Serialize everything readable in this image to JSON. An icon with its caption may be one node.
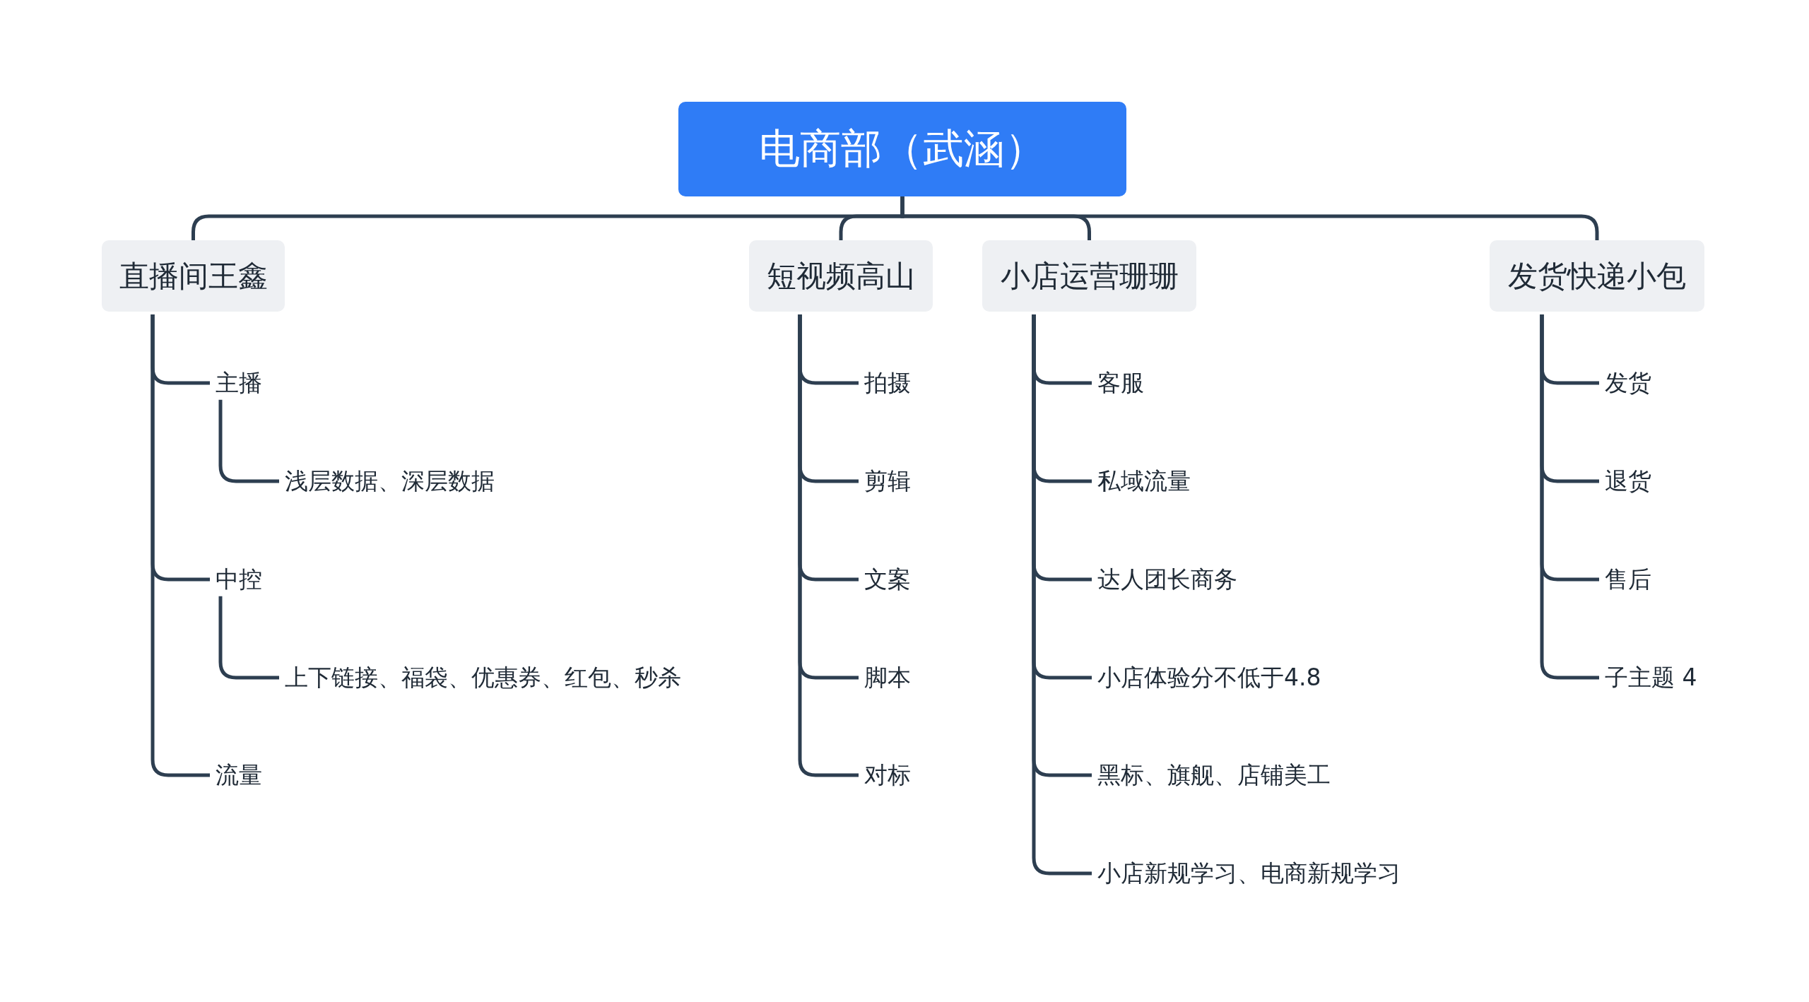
{
  "diagram": {
    "nodes": [
      {
        "text": [
          "电商部（武涵）"
        ]
      },
      {
        "text": [
          "直播间王鑫"
        ]
      },
      {
        "text": [
          "主播"
        ]
      },
      {
        "text": [
          "浅层数据、深层数据"
        ]
      },
      {
        "text": [
          "中控"
        ]
      },
      {
        "text": [
          "上下链接、福袋、优惠券、红包、秒杀"
        ]
      },
      {
        "text": [
          "流量"
        ]
      },
      {
        "text": [
          "短视频高山"
        ]
      },
      {
        "text": [
          "拍摄"
        ]
      },
      {
        "text": [
          "剪辑"
        ]
      },
      {
        "text": [
          "文案"
        ]
      },
      {
        "text": [
          "脚本"
        ]
      },
      {
        "text": [
          "对标"
        ]
      },
      {
        "text": [
          "小店运营珊珊"
        ]
      },
      {
        "text": [
          "客服"
        ]
      },
      {
        "text": [
          "私域流量"
        ]
      },
      {
        "text": [
          "达人团长商务"
        ]
      },
      {
        "text": [
          "小店体验分不低于4.8"
        ]
      },
      {
        "text": [
          "黑标、旗舰、店铺美工"
        ]
      },
      {
        "text": [
          "小店新规学习、电商新规学习"
        ]
      },
      {
        "text": [
          "发货快递小包"
        ]
      },
      {
        "text": [
          "发货"
        ]
      },
      {
        "text": [
          "退货"
        ]
      },
      {
        "text": [
          "售后"
        ]
      },
      {
        "text": [
          "子主题 4"
        ]
      }
    ],
    "edges": [
      {
        "from": 0,
        "to": 1,
        "arrow": "none"
      },
      {
        "from": 0,
        "to": 7,
        "arrow": "none"
      },
      {
        "from": 0,
        "to": 13,
        "arrow": "none"
      },
      {
        "from": 0,
        "to": 20,
        "arrow": "none"
      },
      {
        "from": 1,
        "to": 2,
        "arrow": "none"
      },
      {
        "from": 2,
        "to": 3,
        "arrow": "none"
      },
      {
        "from": 1,
        "to": 4,
        "arrow": "none"
      },
      {
        "from": 4,
        "to": 5,
        "arrow": "none"
      },
      {
        "from": 1,
        "to": 6,
        "arrow": "none"
      },
      {
        "from": 7,
        "to": 8,
        "arrow": "none"
      },
      {
        "from": 7,
        "to": 9,
        "arrow": "none"
      },
      {
        "from": 7,
        "to": 10,
        "arrow": "none"
      },
      {
        "from": 7,
        "to": 11,
        "arrow": "none"
      },
      {
        "from": 7,
        "to": 12,
        "arrow": "none"
      },
      {
        "from": 13,
        "to": 14,
        "arrow": "none"
      },
      {
        "from": 13,
        "to": 15,
        "arrow": "none"
      },
      {
        "from": 13,
        "to": 16,
        "arrow": "none"
      },
      {
        "from": 13,
        "to": 17,
        "arrow": "none"
      },
      {
        "from": 13,
        "to": 18,
        "arrow": "none"
      },
      {
        "from": 13,
        "to": 19,
        "arrow": "none"
      },
      {
        "from": 20,
        "to": 21,
        "arrow": "none"
      },
      {
        "from": 20,
        "to": 22,
        "arrow": "none"
      },
      {
        "from": 20,
        "to": 23,
        "arrow": "none"
      },
      {
        "from": 20,
        "to": 24,
        "arrow": "none"
      }
    ]
  }
}
